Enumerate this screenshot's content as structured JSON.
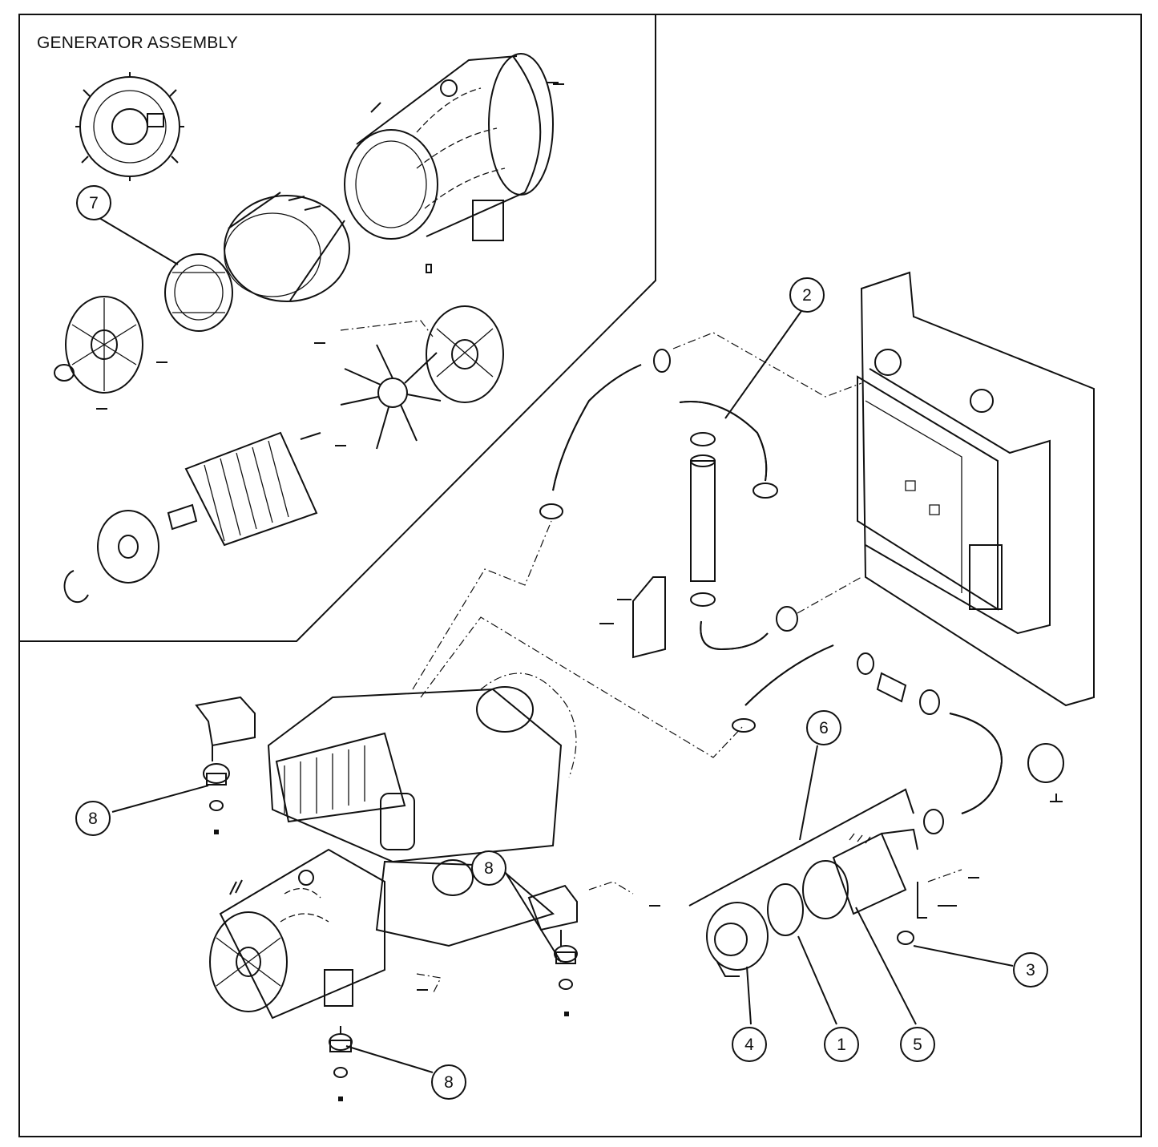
{
  "inset": {
    "title": "GENERATOR ASSEMBLY"
  },
  "callouts": [
    {
      "id": "callout-7",
      "label": "7"
    },
    {
      "id": "callout-2",
      "label": "2"
    },
    {
      "id": "callout-6",
      "label": "6"
    },
    {
      "id": "callout-8a",
      "label": "8"
    },
    {
      "id": "callout-8b",
      "label": "8"
    },
    {
      "id": "callout-8c",
      "label": "8"
    },
    {
      "id": "callout-3",
      "label": "3"
    },
    {
      "id": "callout-4",
      "label": "4"
    },
    {
      "id": "callout-1",
      "label": "1"
    },
    {
      "id": "callout-5",
      "label": "5"
    }
  ],
  "colors": {
    "line": "#111111",
    "background": "#ffffff"
  }
}
